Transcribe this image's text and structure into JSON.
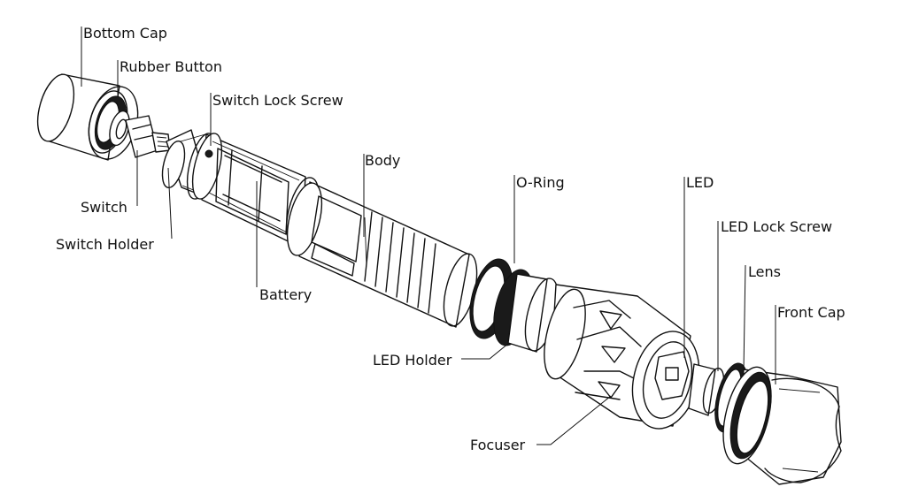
{
  "labels": {
    "bottom_cap": "Bottom Cap",
    "rubber_button": "Rubber Button",
    "switch_lock_screw": "Switch Lock Screw",
    "switch": "Switch",
    "switch_holder": "Switch Holder",
    "battery": "Battery",
    "body": "Body",
    "o_ring": "O-Ring",
    "led": "LED",
    "led_lock_screw": "LED Lock Screw",
    "lens": "Lens",
    "front_cap": "Front Cap",
    "led_holder": "LED Holder",
    "focuser": "Focuser"
  }
}
